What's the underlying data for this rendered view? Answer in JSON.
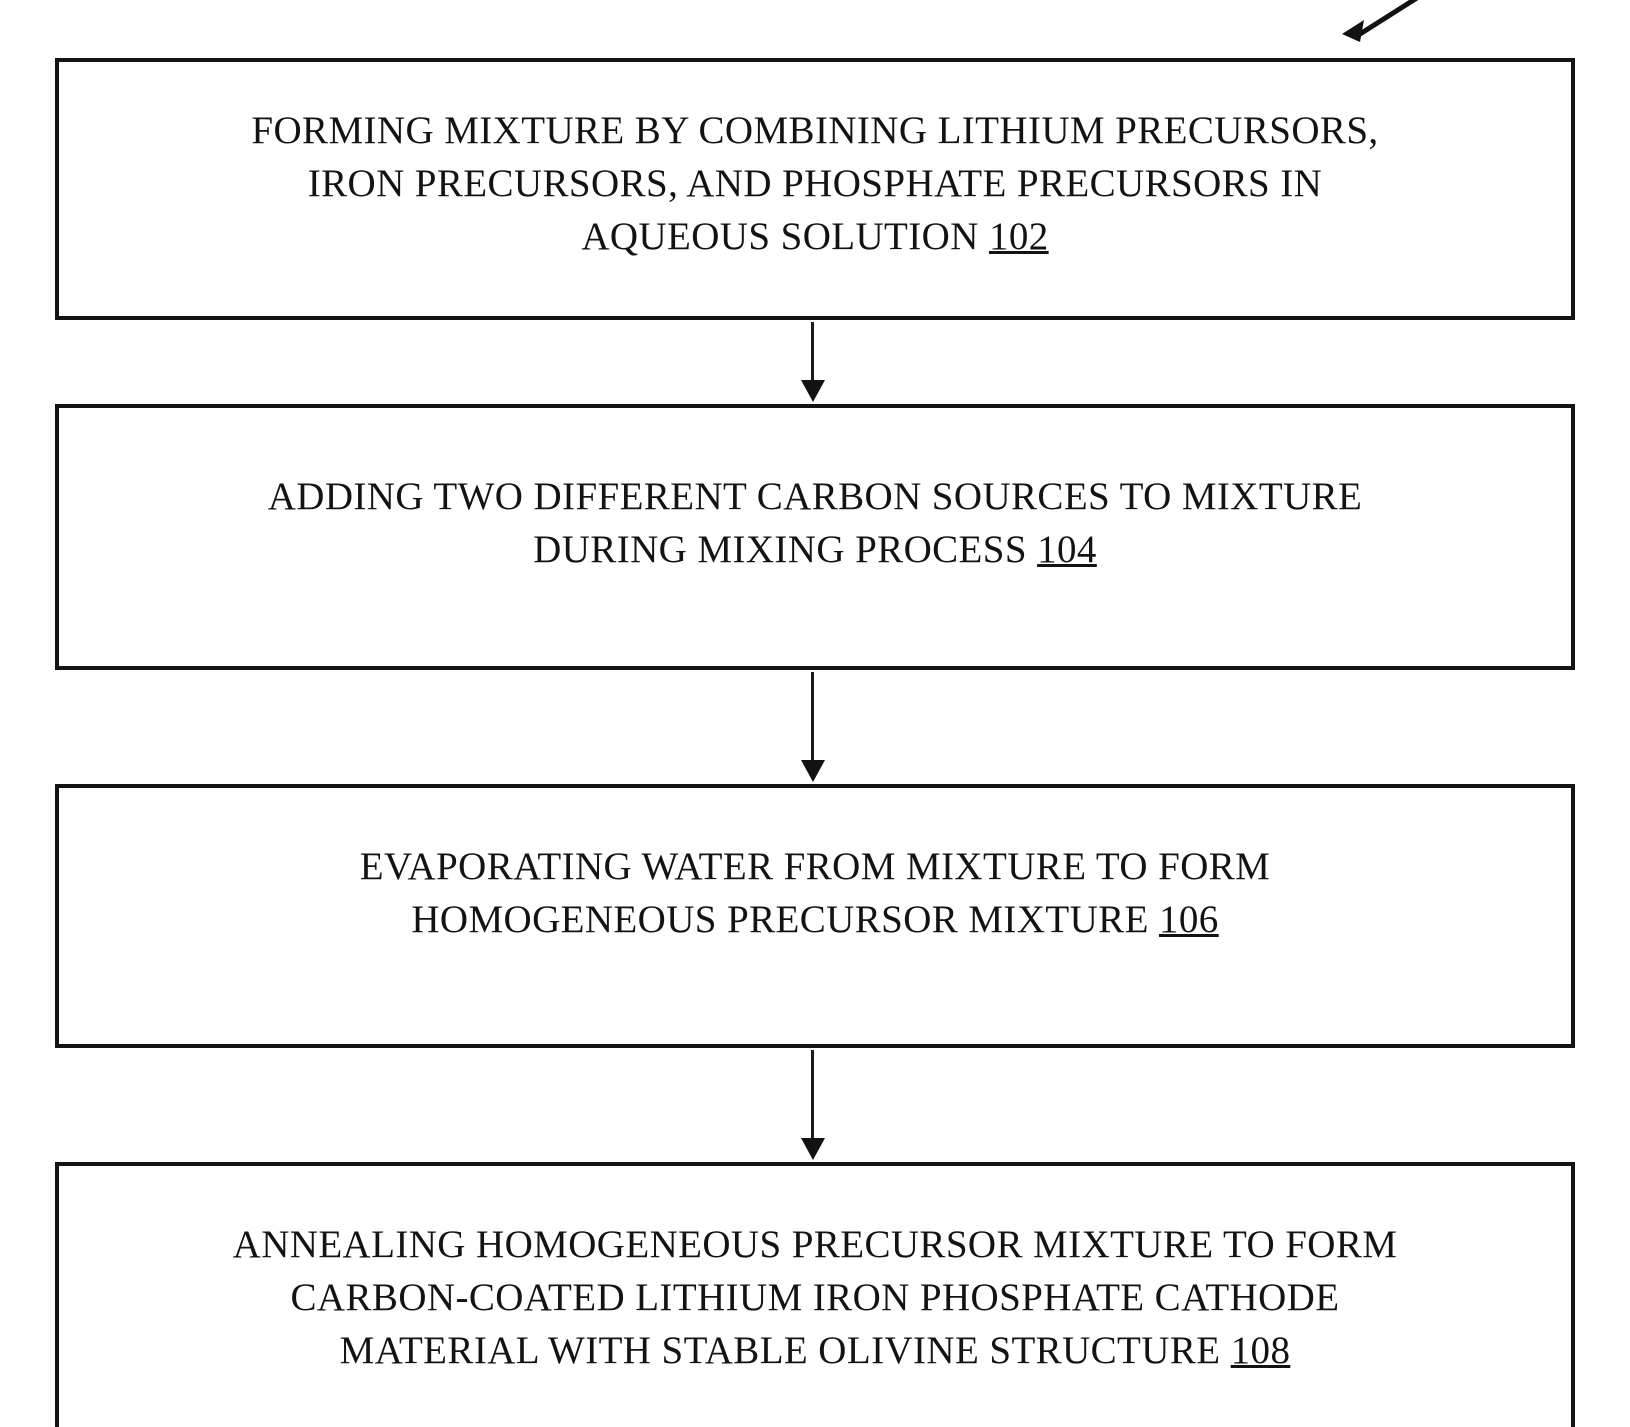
{
  "figure": {
    "type": "process-flowchart",
    "orientation": "vertical",
    "background_color": "#ffffff",
    "line_color": "#141414",
    "text_color": "#131313"
  },
  "steps": [
    {
      "id": "step-102",
      "ref": "102",
      "text": "FORMING MIXTURE BY COMBINING LITHIUM PRECURSORS, IRON PRECURSORS, AND PHOSPHATE PRECURSORS IN AQUEOUS SOLUTION ",
      "lines": [
        "FORMING MIXTURE BY COMBINING LITHIUM PRECURSORS,",
        "IRON PRECURSORS, AND PHOSPHATE PRECURSORS IN",
        "AQUEOUS SOLUTION "
      ]
    },
    {
      "id": "step-104",
      "ref": "104",
      "text": "ADDING TWO DIFFERENT CARBON SOURCES TO MIXTURE DURING MIXING PROCESS ",
      "lines": [
        "ADDING TWO DIFFERENT CARBON SOURCES TO MIXTURE",
        "DURING MIXING PROCESS "
      ]
    },
    {
      "id": "step-106",
      "ref": "106",
      "text": "EVAPORATING WATER FROM MIXTURE TO FORM HOMOGENEOUS PRECURSOR MIXTURE ",
      "lines": [
        "EVAPORATING WATER FROM MIXTURE TO FORM",
        "HOMOGENEOUS PRECURSOR MIXTURE "
      ]
    },
    {
      "id": "step-108",
      "ref": "108",
      "text": "ANNEALING HOMOGENEOUS PRECURSOR MIXTURE TO FORM CARBON-COATED LITHIUM IRON PHOSPHATE CATHODE MATERIAL WITH STABLE OLIVINE STRUCTURE ",
      "lines": [
        "ANNEALING HOMOGENEOUS PRECURSOR MIXTURE TO FORM",
        "CARBON-COATED LITHIUM IRON PHOSPHATE CATHODE",
        "MATERIAL WITH STABLE OLIVINE STRUCTURE "
      ]
    }
  ],
  "connectors": [
    {
      "id": "connector-102-104",
      "from": "step-102",
      "to": "step-104",
      "style": "solid-arrow-down"
    },
    {
      "id": "connector-104-106",
      "from": "step-104",
      "to": "step-106",
      "style": "solid-arrow-down"
    },
    {
      "id": "connector-106-108",
      "from": "step-106",
      "to": "step-108",
      "style": "solid-arrow-down"
    }
  ],
  "leader": {
    "id": "leader-arrow",
    "style": "diagonal-arrow-down-left",
    "points_to": "step-102"
  }
}
